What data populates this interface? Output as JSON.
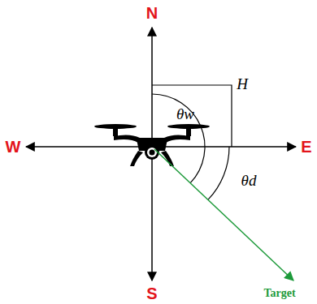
{
  "diagram": {
    "labels": [
      "N",
      "W",
      "E",
      "S",
      "H",
      "θw",
      "θd",
      "Target"
    ]
  }
}
